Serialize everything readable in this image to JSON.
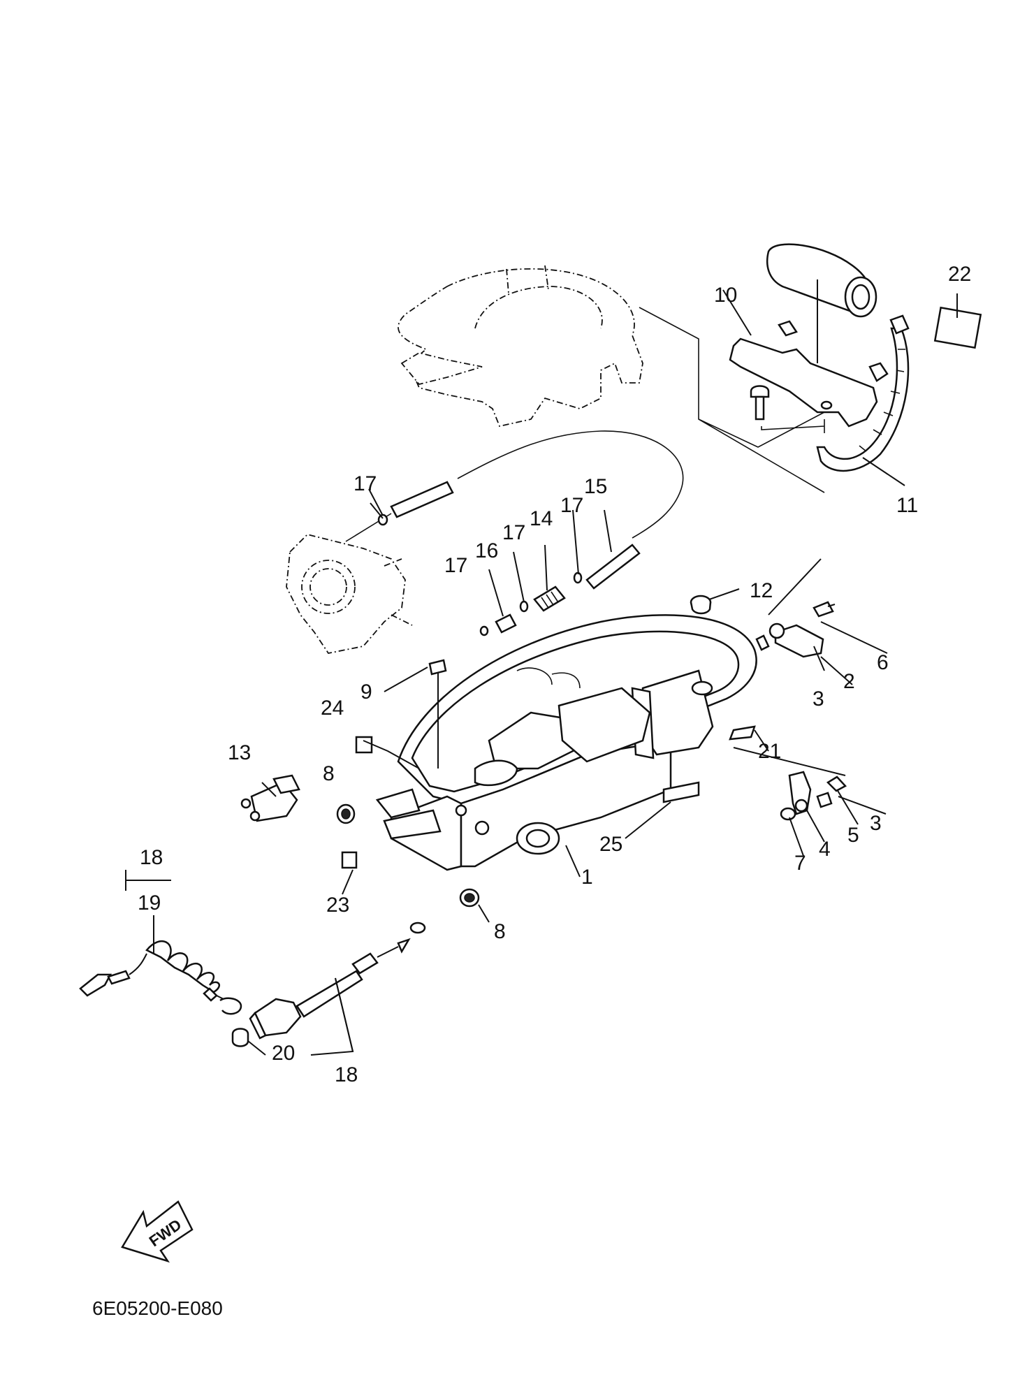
{
  "diagram": {
    "reference_code": "6E05200-E080",
    "direction_label": "FWD",
    "callouts": {
      "c1": "1",
      "c2": "2",
      "c3a": "3",
      "c3b": "3",
      "c4": "4",
      "c5": "5",
      "c6": "6",
      "c7": "7",
      "c8a": "8",
      "c8b": "8",
      "c9": "9",
      "c10": "10",
      "c11": "11",
      "c12": "12",
      "c13": "13",
      "c14": "14",
      "c15": "15",
      "c16": "16",
      "c17a": "17",
      "c17b": "17",
      "c17c": "17",
      "c17d": "17",
      "c18a": "18",
      "c18b": "18",
      "c19": "19",
      "c20": "20",
      "c21": "21",
      "c22": "22",
      "c23": "23",
      "c24": "24",
      "c25": "25"
    }
  }
}
